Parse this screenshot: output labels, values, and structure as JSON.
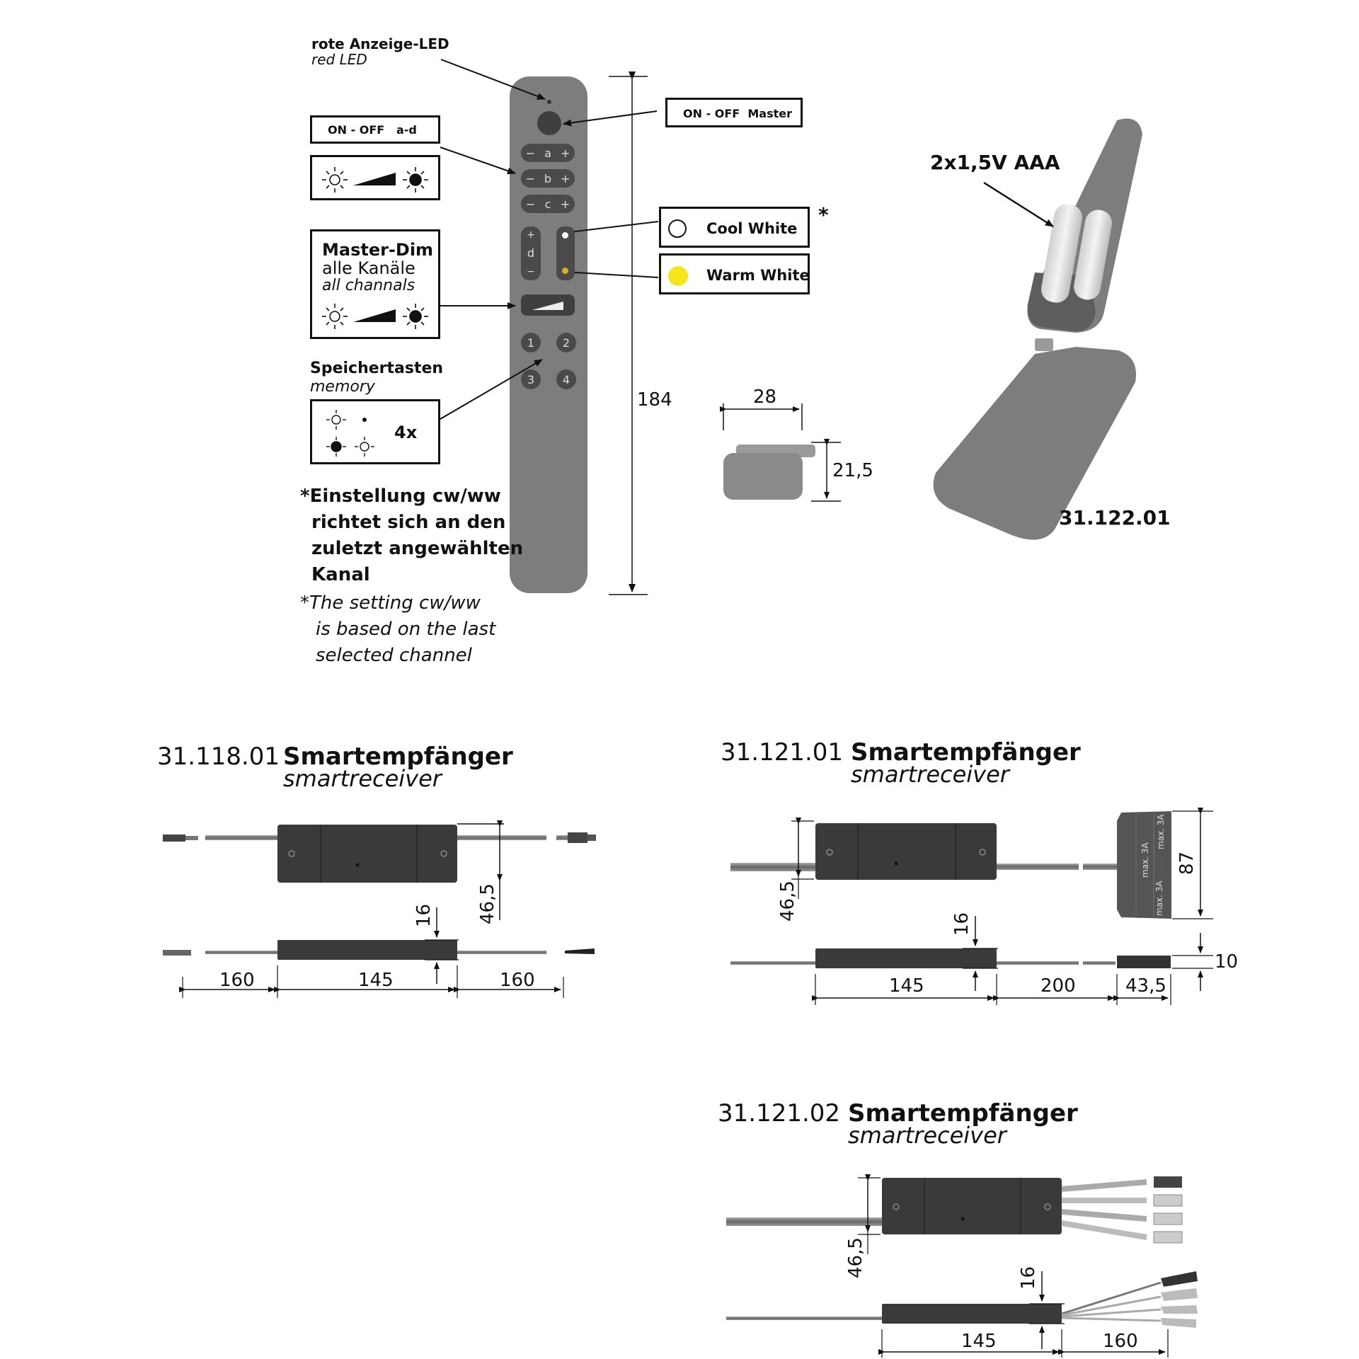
{
  "remote": {
    "led_label_de": "rote Anzeige-LED",
    "led_label_en": "red LED",
    "on_off_a_d": "ON - OFF   a-d",
    "on_off_master": "ON - OFF  Master",
    "channel_a": "a",
    "channel_b": "b",
    "channel_c": "c",
    "channel_d": "d",
    "minus": "−",
    "plus": "+",
    "master_dim_title": "Master-Dim",
    "master_dim_de": "alle Kanäle",
    "master_dim_en": "all channals",
    "memory_de": "Speichertasten",
    "memory_en": "memory",
    "memory_count": "4x",
    "memory_keys": [
      "1",
      "2",
      "3",
      "4"
    ],
    "cool_white": "Cool White",
    "warm_white": "Warm White",
    "asterisk": "*",
    "note_de": [
      "*Einstellung cw/ww",
      "richtet sich an den",
      "zuletzt angewählten",
      "Kanal"
    ],
    "note_en": [
      "*The setting cw/ww",
      "is based on the last",
      "selected channel"
    ],
    "height_dim": "184"
  },
  "receiver_small": {
    "width_dim": "28",
    "height_dim": "21,5"
  },
  "battery": {
    "label": "2x1,5V AAA",
    "article": "31.122.01"
  },
  "products": [
    {
      "number": "31.118.01",
      "name": "Smartempfänger",
      "sub": "smartreceiver",
      "dims": {
        "height": "46,5",
        "thickness": "16",
        "cable_left": "160",
        "body": "145",
        "cable_right": "160"
      }
    },
    {
      "number": "31.121.01",
      "name": "Smartempfänger",
      "sub": "smartreceiver",
      "dims": {
        "height": "46,5",
        "thickness": "16",
        "body": "145",
        "cable": "200",
        "distributor": "43,5",
        "dist_height": "87",
        "dist_thickness": "10",
        "max_label": "max. 3A"
      }
    },
    {
      "number": "31.121.02",
      "name": "Smartempfänger",
      "sub": "smartreceiver",
      "dims": {
        "height": "46,5",
        "thickness": "16",
        "body": "145",
        "cable": "160"
      }
    }
  ],
  "colors": {
    "remote_body": "#7d7d7d",
    "button": "#4a4a4a",
    "warm_led": "#f5e61a",
    "receiver": "#3a3a3a"
  }
}
